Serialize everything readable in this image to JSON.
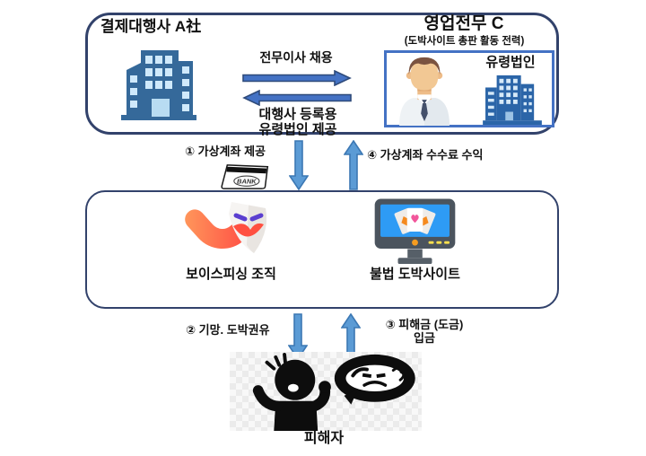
{
  "diagram": {
    "colors": {
      "box_border": "#32426b",
      "inner_box_border": "#4472c4",
      "h_arrow_fill": "#4472c4",
      "h_arrow_stroke": "#2e4a7a",
      "v_arrow_fill": "#5b9bd5",
      "v_arrow_stroke": "#3c78b4"
    },
    "top_box": {
      "title": "결제대행사 A社",
      "hire_arrow_label": "전무이사 채용",
      "provide_arrow_label_line1": "대행사 등록용",
      "provide_arrow_label_line2": "유령법인 제공",
      "executive": {
        "title": "영업전무 C",
        "subtitle": "(도박사이트 총판 활동 전력)",
        "ghost_corp_label": "유령법인"
      }
    },
    "bank_link": {
      "provide_label": "① 가상계좌 제공",
      "fee_label": "④ 가상계좌 수수료 수익",
      "bank_text": "BANK"
    },
    "middle_box": {
      "voice_phishing_label": "보이스피싱 조직",
      "gambling_site_label": "불법 도박사이트"
    },
    "victim_link": {
      "deceive_label": "② 기망. 도박권유",
      "deposit_label_line1": "③ 피해금 (도금)",
      "deposit_label_line2": "입금"
    },
    "victim_label": "피해자"
  }
}
